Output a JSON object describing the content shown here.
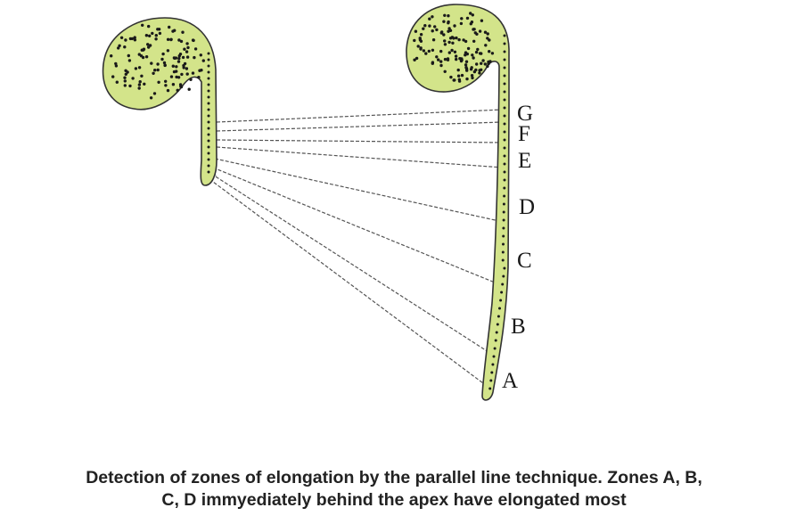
{
  "figure": {
    "zone_labels": [
      "G",
      "F",
      "E",
      "D",
      "C",
      "B",
      "A"
    ],
    "colors": {
      "tissue": "#d3e48a",
      "outline": "#333333",
      "dots": "#1a1a1a",
      "lines": "#555555"
    }
  },
  "caption": {
    "line1": "Detection of zones of elongation by the parallel line technique. Zones A, B,",
    "line2": "C, D immyediately behind the apex have elongated most"
  }
}
